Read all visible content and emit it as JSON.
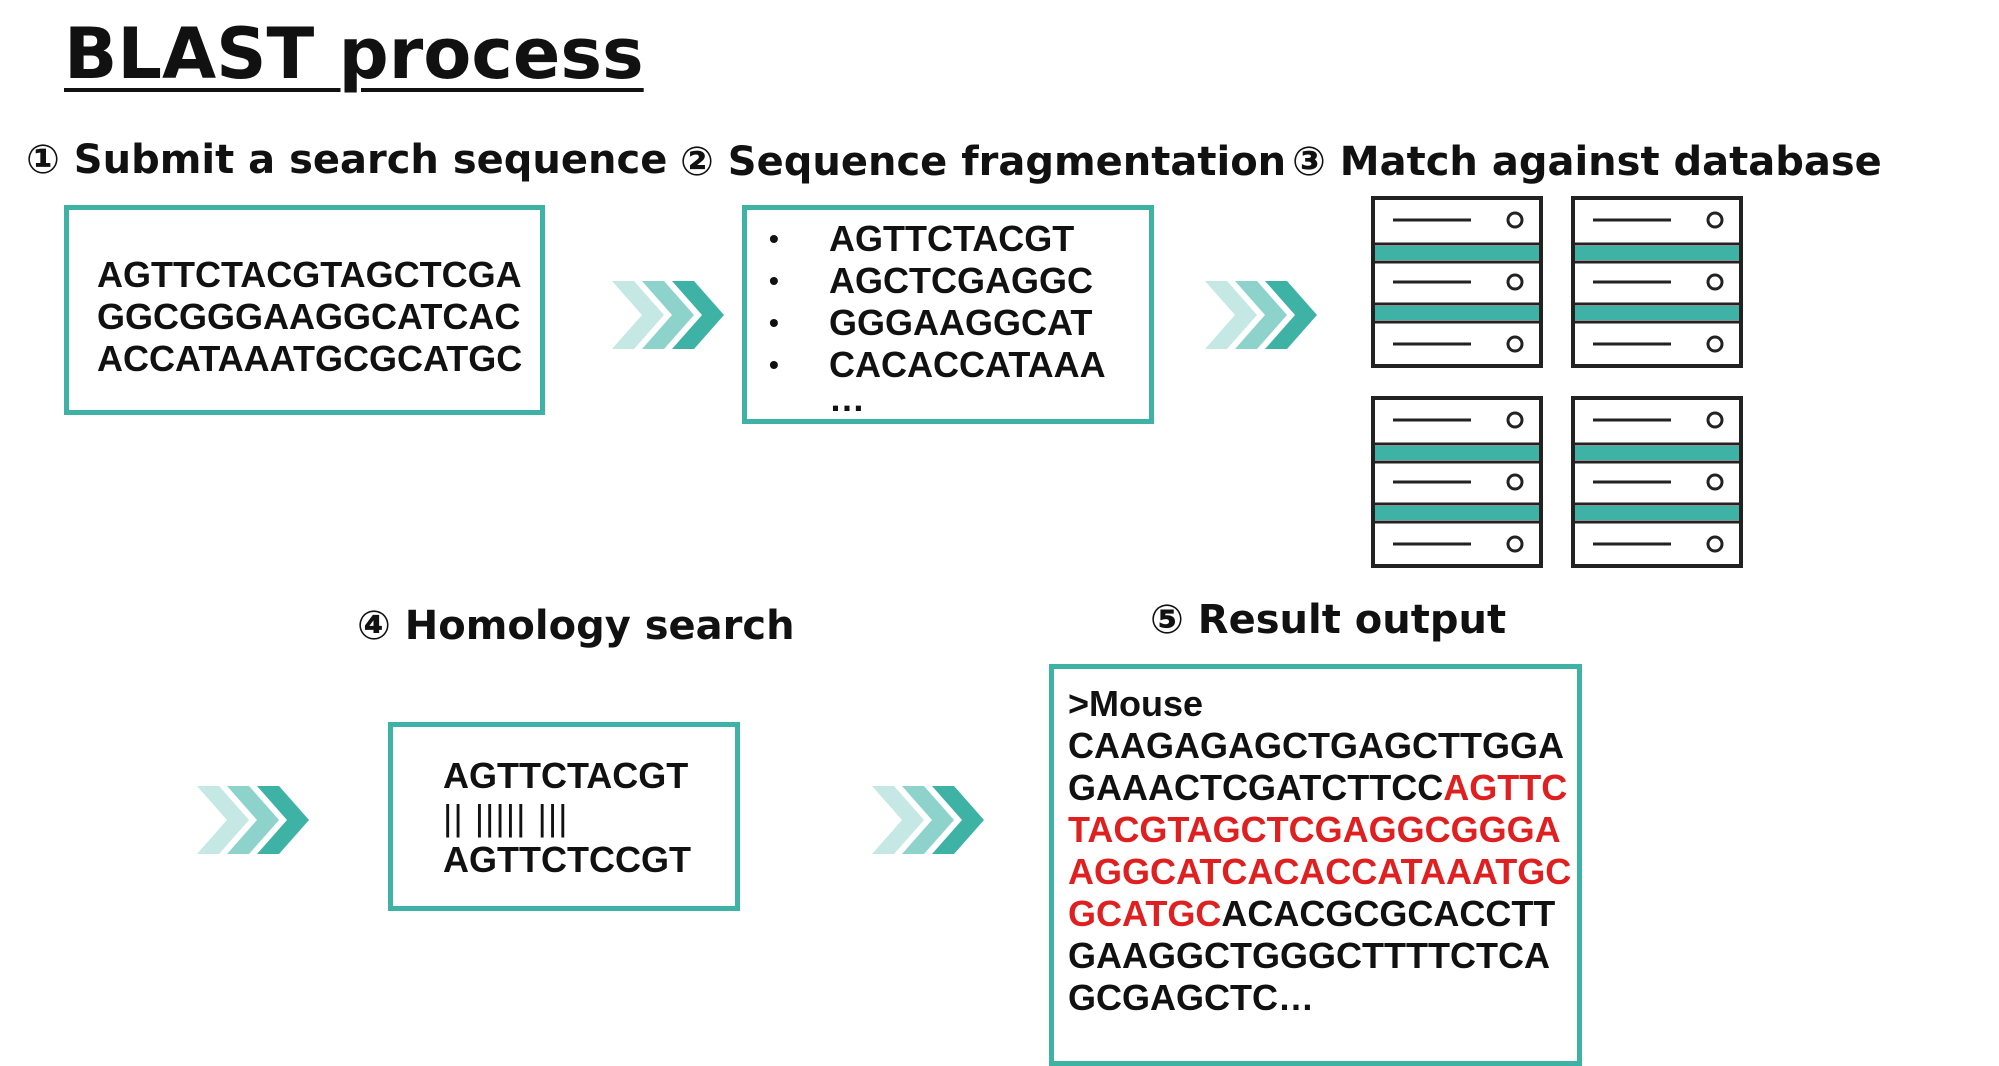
{
  "title": "BLAST process",
  "steps": {
    "s1": "① Submit a search sequence",
    "s2": "② Sequence fragmentation",
    "s3": "③ Match against database",
    "s4": "④ Homology search",
    "s5": "⑤ Result output"
  },
  "query_lines": [
    "AGTTCTACGTAGCTCGA",
    "GGCGGGAAGGCATCAC",
    "ACCATAAATGCGCATGC"
  ],
  "fragments": {
    "bullet": "•",
    "items": [
      "AGTTCTACGT",
      "AGCTCGAGGC",
      "GGGAAGGCAT",
      "CACACCATAAA"
    ],
    "more": "…"
  },
  "alignment": {
    "top": "AGTTCTACGT",
    "bars": "|| |||||  |||",
    "bottom": "AGTTCTCCGT"
  },
  "result": {
    "header": ">Mouse",
    "line1": "CAAGAGAGCTGAGCTTGGA",
    "line2_black": "GAAACTCGATCTTCC",
    "line2_red": "AGTTC",
    "line3_red": "TACGTAGCTCGAGGCGGGA",
    "line4_red": "AGGCATCACACCATAAATGC",
    "line5_red": "GCATGC",
    "line5_black": "ACACGCGCACCTT",
    "line6": "GAAGGCTGGGCTTTTCTCA",
    "line7": "GCGAGCTC…"
  },
  "colors": {
    "teal": "#3fb2a6",
    "teal_light": "#a7ddd7",
    "highlight_red": "#e02020"
  },
  "icons": [
    "chevron-arrow-icon",
    "server-rack-icon"
  ]
}
